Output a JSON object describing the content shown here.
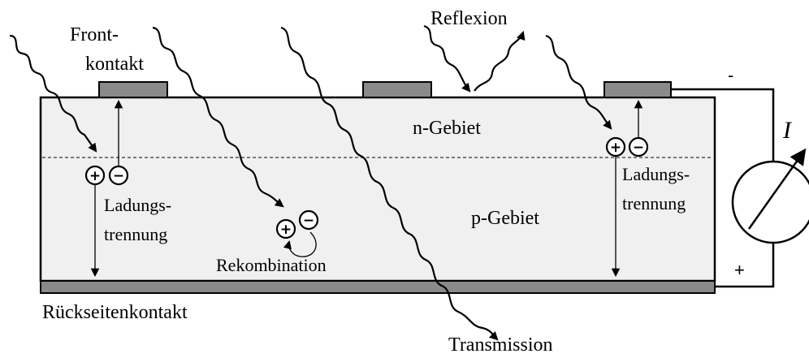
{
  "labels": {
    "front_contact_line1": "Front-",
    "front_contact_line2": "kontakt",
    "reflection": "Reflexion",
    "n_region": "n-Gebiet",
    "p_region": "p-Gebiet",
    "charge_sep_left_line1": "Ladungs-",
    "charge_sep_left_line2": "trennung",
    "charge_sep_right_line1": "Ladungs-",
    "charge_sep_right_line2": "trennung",
    "recombination": "Rekombination",
    "back_contact": "Rückseitenkontakt",
    "transmission": "Transmission",
    "current_symbol": "I",
    "terminal_minus": "-",
    "terminal_plus": "+"
  },
  "charge_symbols": {
    "hole": "+",
    "electron": "−"
  },
  "colors": {
    "cell_fill": "#f0f0f0",
    "contact_fill": "#8a8a8a",
    "line": "#000000"
  }
}
